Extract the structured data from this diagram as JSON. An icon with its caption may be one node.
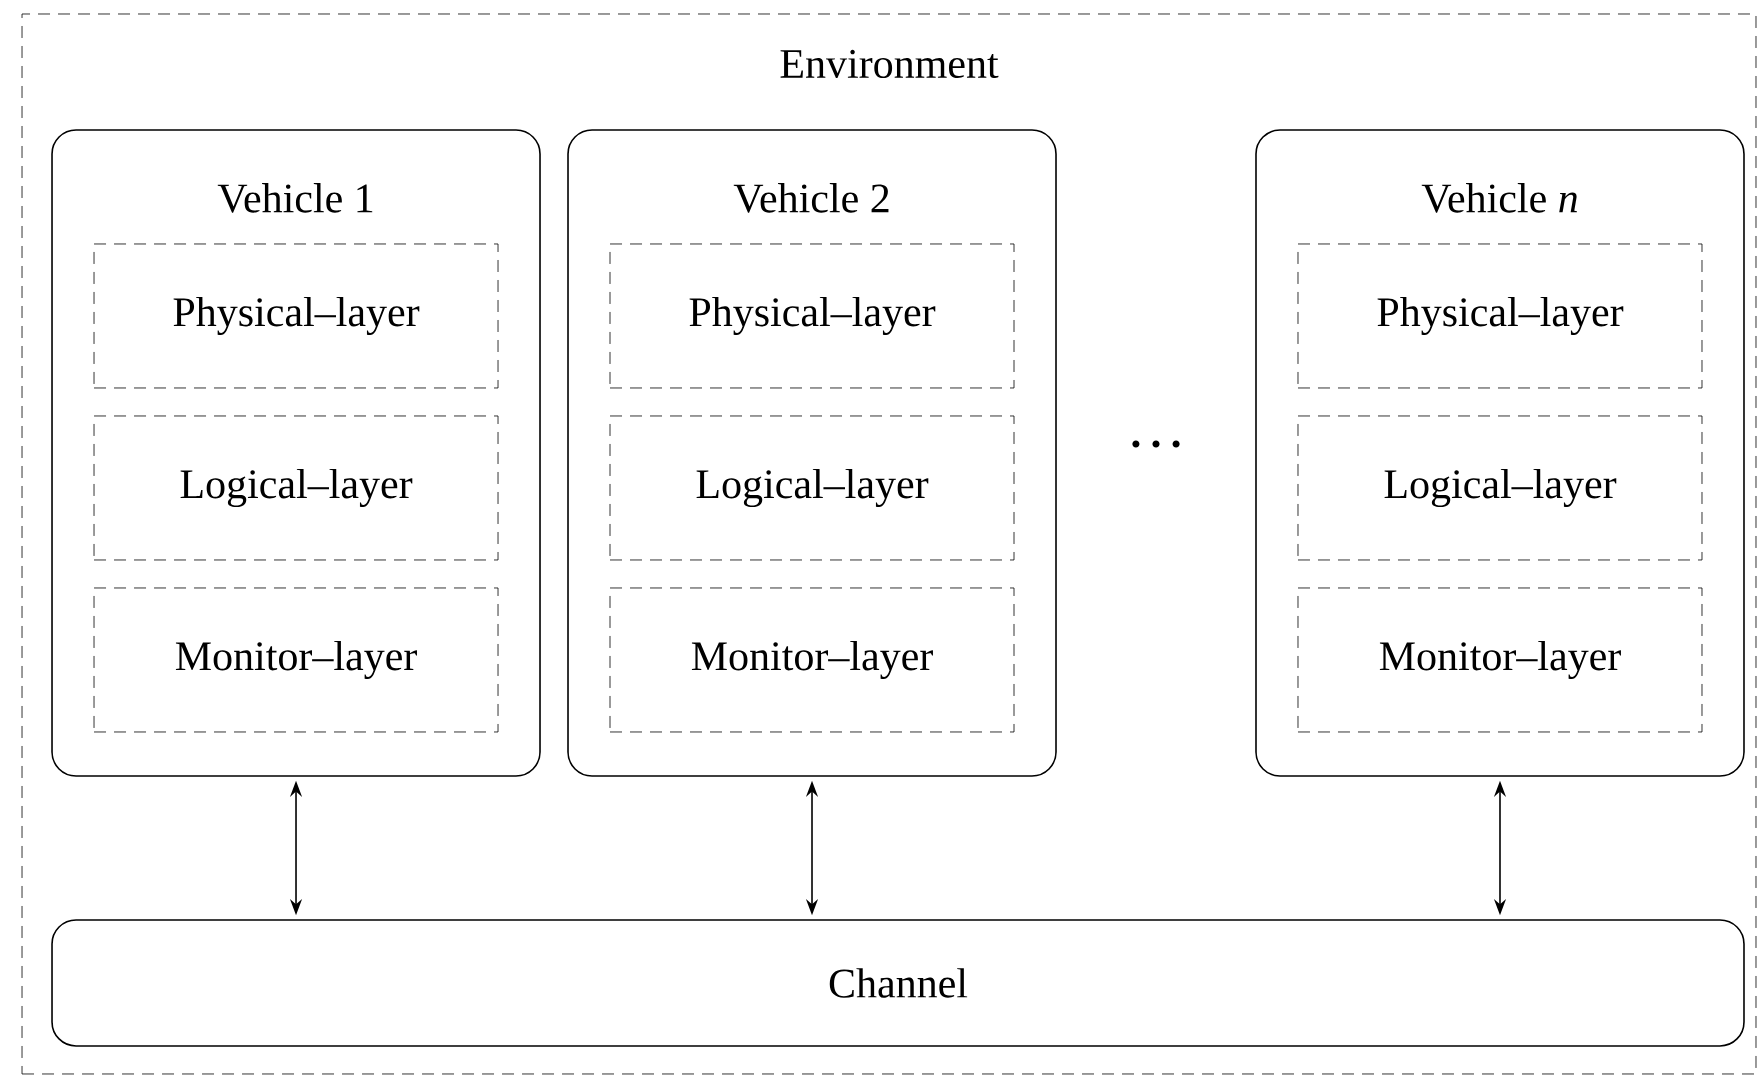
{
  "diagram": {
    "nodes": [
      {
        "text": [
          "Environment"
        ]
      },
      {
        "text": [
          "Vehicle 1"
        ],
        "in": 0
      },
      {
        "text": [
          "Physical–layer"
        ],
        "in": 1
      },
      {
        "text": [
          "Logical–layer"
        ],
        "in": 1
      },
      {
        "text": [
          "Monitor–layer"
        ],
        "in": 1
      },
      {
        "text": [
          "Vehicle 2"
        ],
        "in": 0
      },
      {
        "text": [
          "Physical–layer"
        ],
        "in": 5
      },
      {
        "text": [
          "Logical–layer"
        ],
        "in": 5
      },
      {
        "text": [
          "Monitor–layer"
        ],
        "in": 5
      },
      {
        "text": [
          "Vehicle *n*"
        ],
        "in": 0
      },
      {
        "text": [
          "Physical–layer"
        ],
        "in": 9
      },
      {
        "text": [
          "Logical–layer"
        ],
        "in": 9
      },
      {
        "text": [
          "Monitor–layer"
        ],
        "in": 9
      },
      {
        "text": [
          "Channel"
        ],
        "in": 0
      }
    ],
    "edges": [
      {
        "from": 1,
        "to": 13,
        "arrow": "both"
      },
      {
        "from": 5,
        "to": 13,
        "arrow": "both"
      },
      {
        "from": 9,
        "to": 13,
        "arrow": "both"
      }
    ],
    "labels": [
      "…"
    ]
  }
}
